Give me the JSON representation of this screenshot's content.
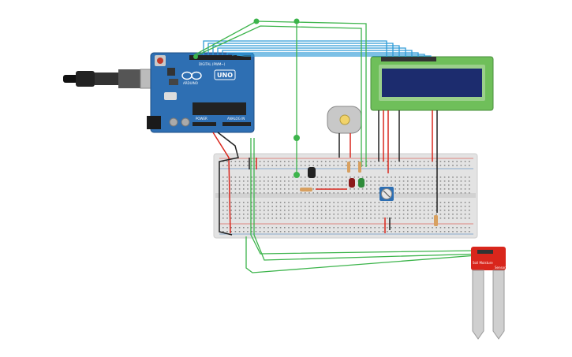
{
  "arduino": {
    "brand": "UNO",
    "maker": "ARDUINO",
    "digital_label": "DIGITAL (PWM~)",
    "power_label": "POWER",
    "analog_label": "ANALOG IN"
  },
  "sensor": {
    "label_line1": "Soil Moisture",
    "label_line2": "Sensor"
  },
  "colors": {
    "board": "#2e6fb3",
    "breadboard": "#e3e3e3",
    "lcd_frame": "#6fbf5a",
    "lcd_screen": "#1c2c6e",
    "wire_green": "#3cb44b",
    "wire_blue": "#2e9bd6",
    "wire_red": "#d9261c",
    "wire_black": "#222222",
    "sensor_red": "#d9261c"
  },
  "icons": [
    "usb-cable-icon",
    "dc-motor-icon",
    "potentiometer-icon",
    "led-icon",
    "resistor-icon",
    "transistor-icon"
  ]
}
